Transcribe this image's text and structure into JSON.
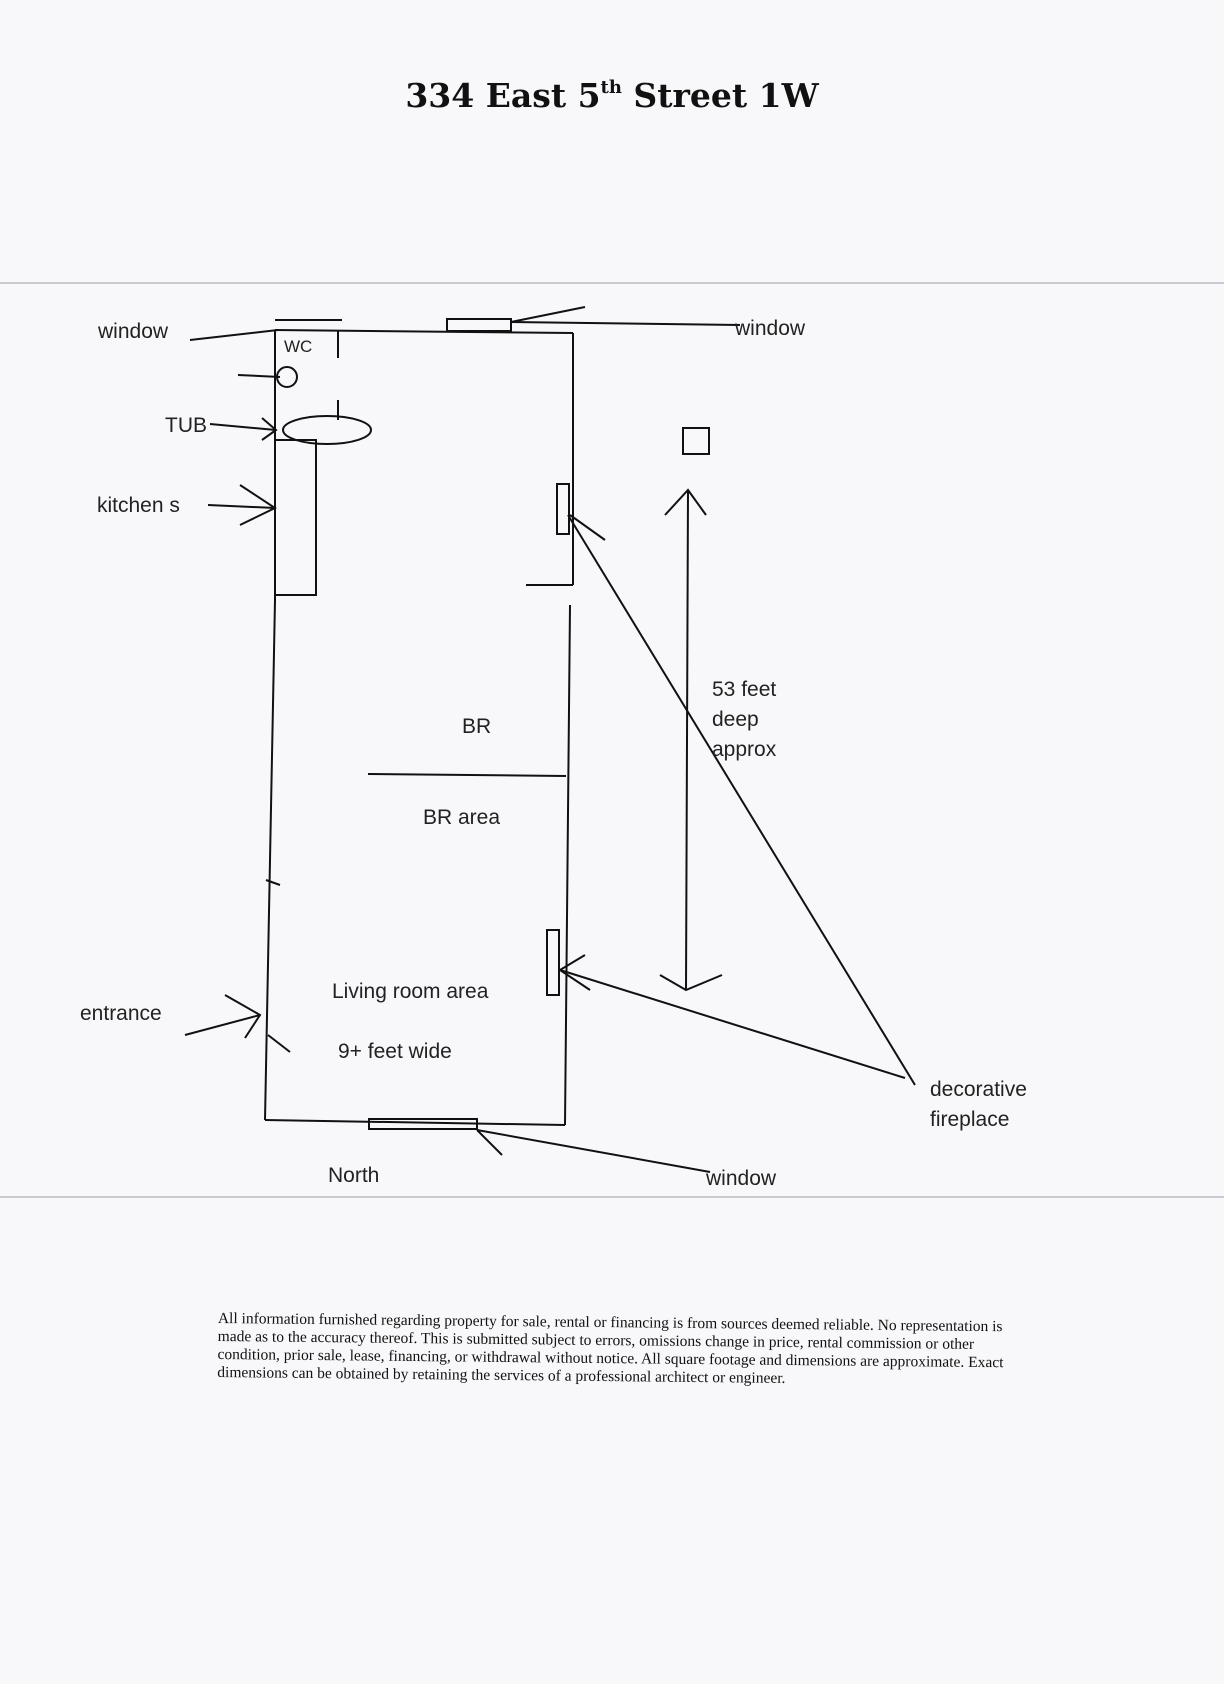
{
  "title": {
    "pre": "334 East 5",
    "sup": "th",
    "post": " Street 1W"
  },
  "labels": {
    "window_top_left": "window",
    "window_top_right": "window",
    "window_bottom": "window",
    "wc": "WC",
    "tub": "TUB",
    "kitchen": "kitchen s",
    "br": "BR",
    "br_area": "BR area",
    "living_room": "Living room area",
    "width": "9+ feet wide",
    "depth_line1": "53 feet",
    "depth_line2": "deep",
    "depth_line3": "approx",
    "entrance": "entrance",
    "fireplace_line1": "decorative",
    "fireplace_line2": "fireplace",
    "north": "North"
  },
  "disclaimer": "All information furnished regarding property for sale, rental or financing is from sources deemed reliable. No representation is made as to the accuracy thereof. This is submitted subject to errors, omissions change in price, rental commission or other condition, prior sale, lease, financing, or withdrawal without notice. All square footage and dimensions are approximate. Exact dimensions can be obtained by retaining the services of a professional architect or engineer.",
  "colors": {
    "ink": "#111111",
    "paper": "#f8f8fa",
    "fold": "#c9c9cf"
  }
}
